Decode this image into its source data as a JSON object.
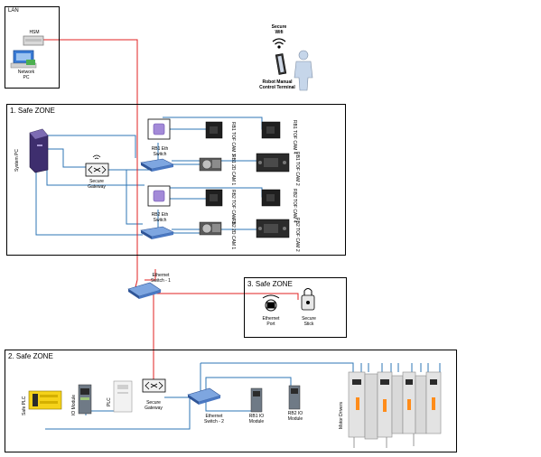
{
  "zones": {
    "lan": "LAN",
    "zone1": "1. Safe ZONE",
    "zone2": "2. Safe ZONE",
    "zone3": "3. Safe ZONE"
  },
  "lan": {
    "hsm": "HSM",
    "network_pc": "Network\nPC"
  },
  "secure_wifi": "Secure\nWifi",
  "terminal": "Robot Manual\nControl Terminal",
  "zone1": {
    "system_pc": "System PC",
    "secure_gateway": "Secure\nGateway",
    "rb1_switch": "RB1 Eth\nSwitch",
    "rb2_switch": "RB2 Eth\nSwitch",
    "cams": {
      "rb1_tof_cam3": "RB1 TOF\nCAM 3",
      "rb1_tof_cam4": "RB1 TOF\nCAM 4",
      "rb1_2d_cam1": "RB1 2D\nCAM 1",
      "rb1_tof_cam2": "RB1 TOF\nCAM 2",
      "rb2_tof_cam3": "RB2 TOF\nCAM 3",
      "rb2_tof_cam4": "RB2 TOF\nCAM 4",
      "rb2_2d_cam1": "RB2 2D\nCAM 1",
      "rb2_tof_cam2": "RB2 TOF\nCAM 2"
    }
  },
  "ethernet_switch_1": "Ethernet\nSwitch - 1",
  "zone3": {
    "ethernet_port": "Ethernet\nPort",
    "secure_stick": "Secure\nStick"
  },
  "zone2": {
    "safe_plc": "Safe PLC",
    "io_module": "IO Module",
    "plc": "PLC",
    "secure_gateway": "Secure\nGateway",
    "ethernet_switch_2": "Ethernet\nSwitch - 2",
    "rb1_io": "RB1 IO\nModule",
    "rb2_io": "RB2 IO\nModule",
    "motor_drivers": "Motor Drivers"
  },
  "colors": {
    "link_blue": "#2e75b6",
    "link_red": "#e02020",
    "switch_blue": "#4a78c2",
    "device_dark": "#2b2b2b",
    "pc_purple": "#5b4a8a"
  }
}
